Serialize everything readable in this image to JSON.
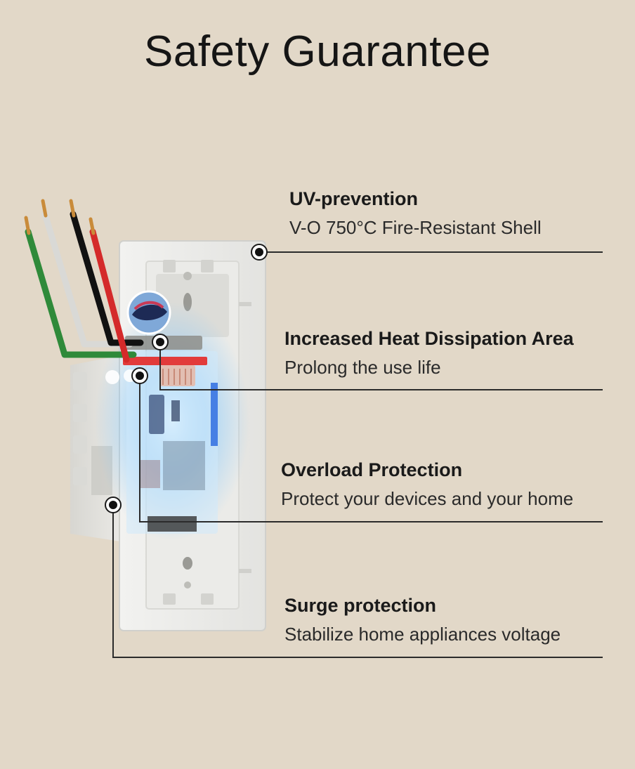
{
  "page": {
    "title": "Safety Guarantee",
    "background_color": "#e2d8c8"
  },
  "features": [
    {
      "heading": "UV-prevention",
      "description": "V-O 750°C Fire-Resistant Shell"
    },
    {
      "heading": "Increased Heat Dissipation Area",
      "description": "Prolong the use life"
    },
    {
      "heading": "Overload Protection",
      "description": "Protect your devices and your home"
    },
    {
      "heading": "Surge protection",
      "description": "Stabilize home appliances voltage"
    }
  ],
  "illustration": {
    "subject": "outlet-cutaway-with-wires",
    "wire_colors": [
      "#2f8a3a",
      "#d9d9d6",
      "#111111",
      "#d42a2a"
    ],
    "glow_color": "#5fb7ff"
  }
}
